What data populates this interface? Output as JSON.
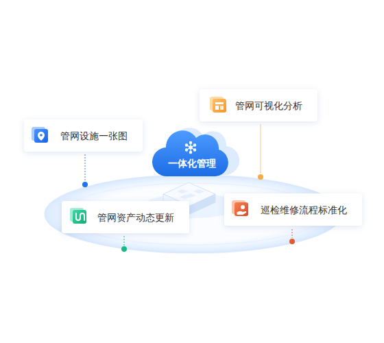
{
  "diagram": {
    "nodes": [
      {
        "text": [
          "管网可视化分析"
        ]
      },
      {
        "text": [
          "管网设施一张图"
        ]
      },
      {
        "text": [
          "一体化管理"
        ]
      },
      {
        "text": [
          "巡检维修流程标准化"
        ]
      },
      {
        "text": [
          "管网资产动态更新"
        ]
      }
    ]
  }
}
